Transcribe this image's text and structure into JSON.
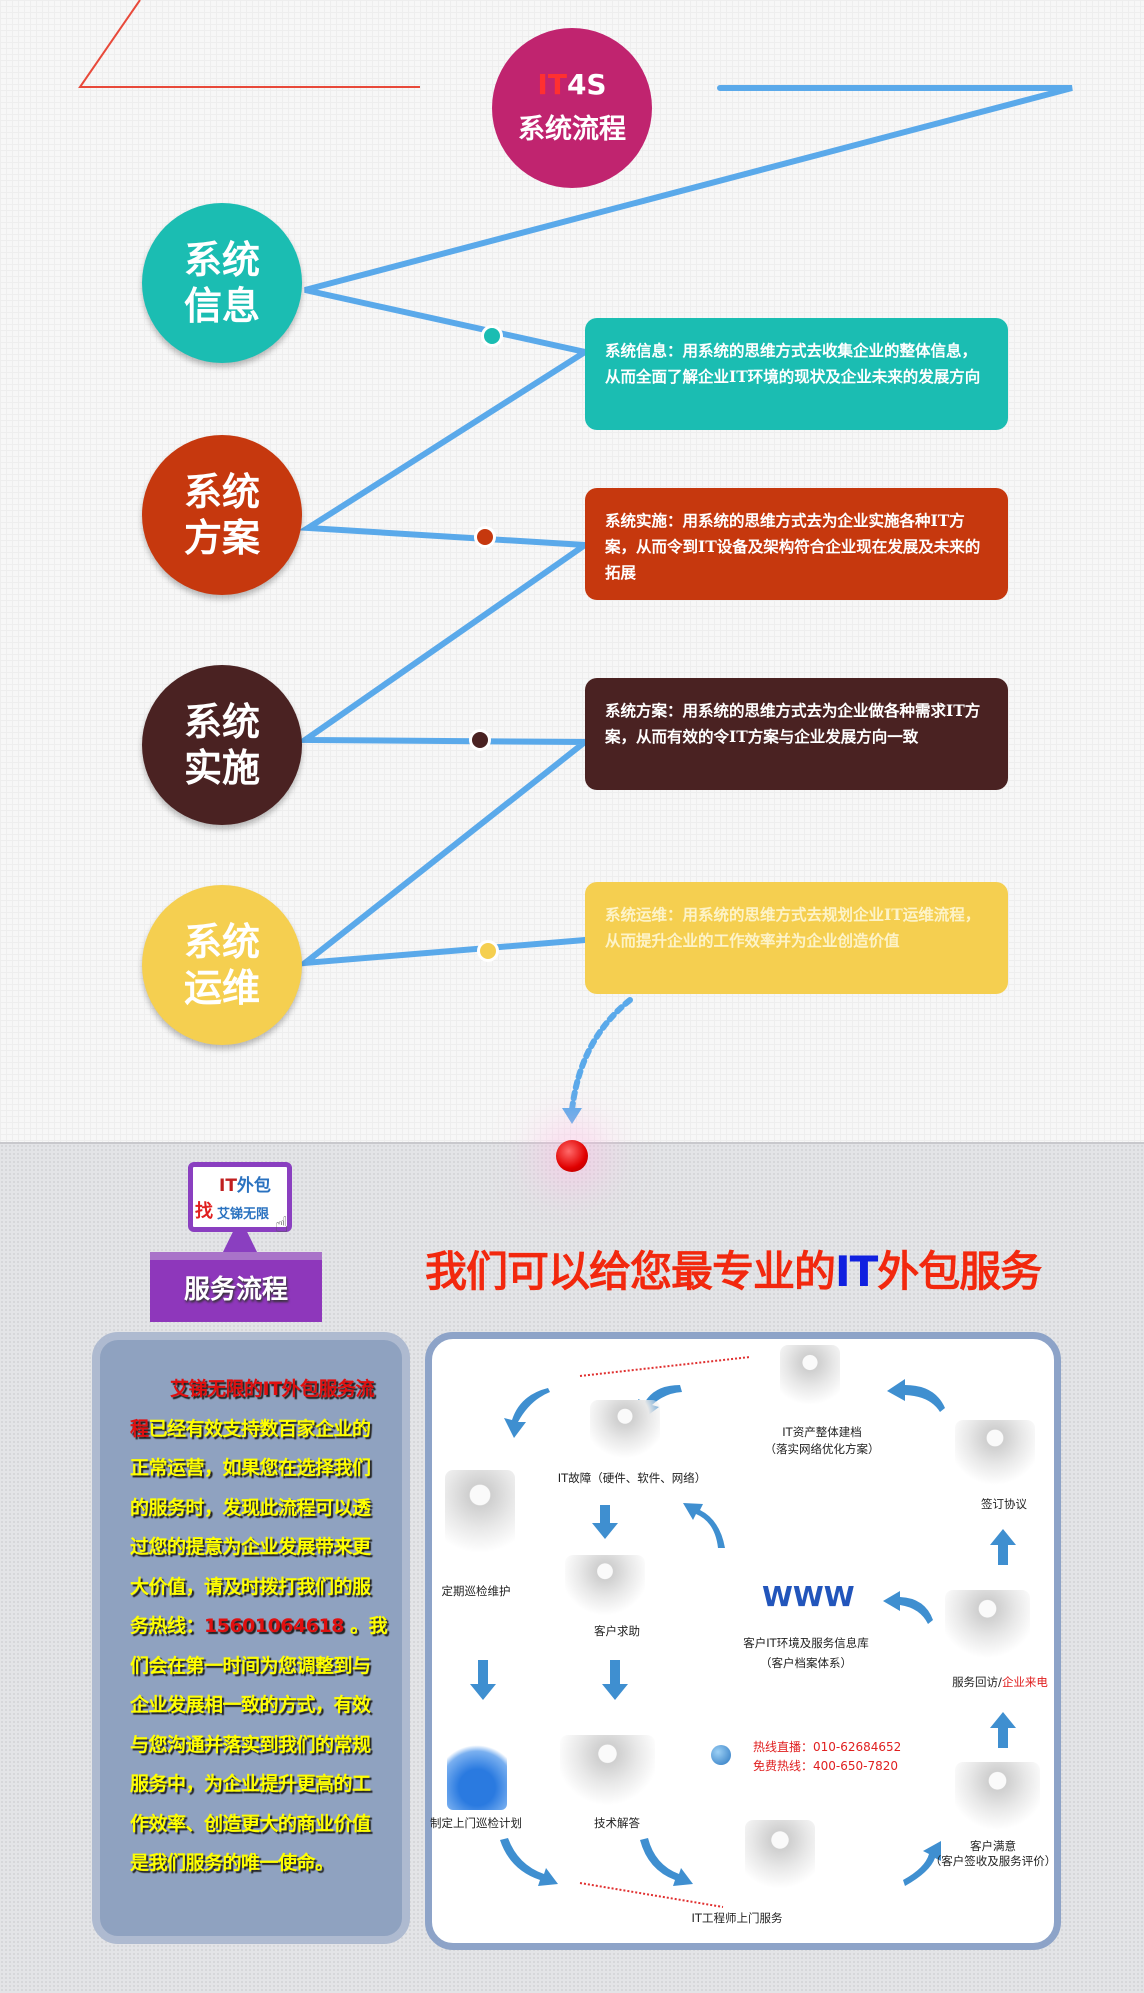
{
  "title": {
    "line1_red": "IT",
    "line1_rest": "4S",
    "line2": "系统流程"
  },
  "steps": [
    {
      "name": "系统信息",
      "line1": "系统",
      "line2": "信息",
      "color": "#1bbdb2",
      "desc": "系统信息：用系统的思维方式去收集企业的整体信息，从而全面了解企业IT环境的现状及企业未来的发展方向"
    },
    {
      "name": "系统方案",
      "line1": "系统",
      "line2": "方案",
      "color": "#c6380e",
      "desc": "系统实施：用系统的思维方式去为企业实施各种IT方案，从而令到IT设备及架构符合企业现在发展及未来的拓展"
    },
    {
      "name": "系统实施",
      "line1": "系统",
      "line2": "实施",
      "color": "#4a2222",
      "desc": "系统方案：用系统的思维方式去为企业做各种需求IT方案，从而有效的令IT方案与企业发展方向一致"
    },
    {
      "name": "系统运维",
      "line1": "系统",
      "line2": "运维",
      "color": "#f5cf50",
      "desc": "系统运维：用系统的思维方式去规划企业IT运维流程，从而提升企业的工作效率并为企业创造价值"
    }
  ],
  "badge": {
    "it": "IT",
    "waibao": "外包",
    "zhao": "找",
    "company": "艾锑无限",
    "label": "服务流程"
  },
  "headline": {
    "pre": "我们可以给您最专业的",
    "it": "IT",
    "post": "外包服务"
  },
  "intro": {
    "red1": "艾锑无限的IT外包服务流程",
    "text1": "已经有效支持数百家企业的正常运营，如果您在选择我们的服务时，发现此流程可以透过您的提意为企业发展带来更大价值，请及时拨打我们的服务热线：",
    "phone": "15601064618",
    "text2": " 。我们会在第一时间为您调整到与企业发展相一致的方式，有效与您沟通并落实到我们的常规服务中，为企业提升更高的工作效率、创造更大的商业价值是我们服务的唯一使命。"
  },
  "flow": {
    "asset": "IT资产整体建档",
    "asset_sub": "（落实网络优化方案）",
    "fault": "IT故障（硬件、软件、网络）",
    "sign": "签订协议",
    "patrol": "定期巡检维护",
    "help": "客户求助",
    "db": "客户IT环境及服务信息库",
    "db_sub": "（客户档案体系）",
    "visit": "服务回访/",
    "visit_red": "企业来电",
    "plan": "制定上门巡检计划",
    "tech": "技术解答",
    "satisfied": "客户满意",
    "satisfied_sub": "（客户签收及服务评价）",
    "engineer": "IT工程师上门服务",
    "hotline1": "热线直播：010-62684652",
    "hotline2": "免费热线：400-650-7820"
  }
}
